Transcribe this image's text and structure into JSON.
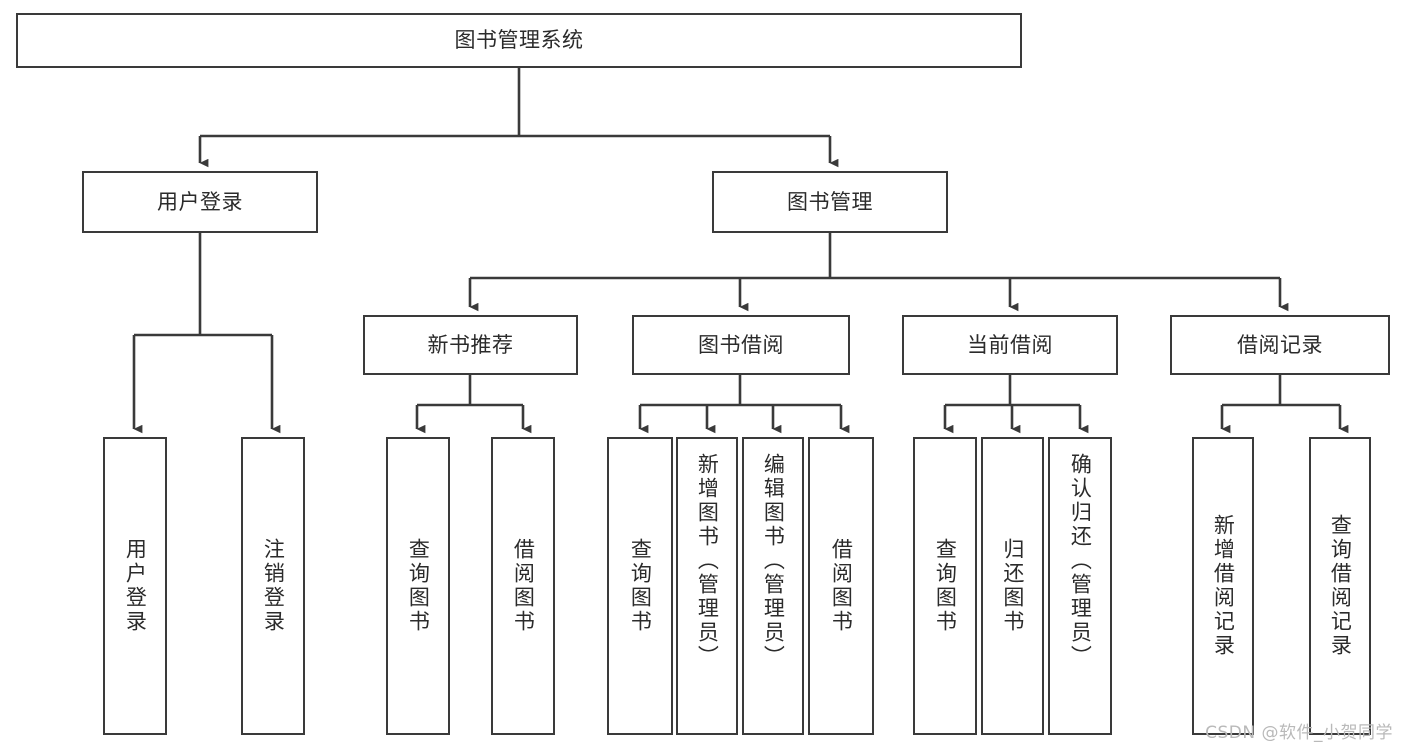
{
  "diagram": {
    "type": "tree-hierarchy",
    "title": "图书管理系统",
    "stroke_color": "#3a3a3a",
    "text_color": "#2b2b2b",
    "background_color": "#ffffff",
    "root": {
      "label": "图书管理系统"
    },
    "level2": [
      {
        "label": "用户登录"
      },
      {
        "label": "图书管理"
      }
    ],
    "level3": [
      {
        "label": "新书推荐"
      },
      {
        "label": "图书借阅"
      },
      {
        "label": "当前借阅"
      },
      {
        "label": "借阅记录"
      }
    ],
    "leaves": {
      "user_login": [
        {
          "label": "用户登录"
        },
        {
          "label": "注销登录"
        }
      ],
      "new_book_recommend": [
        {
          "label": "查询图书"
        },
        {
          "label": "借阅图书"
        }
      ],
      "book_borrow": [
        {
          "label": "查询图书"
        },
        {
          "label": "新增图书（管理员）"
        },
        {
          "label": "编辑图书（管理员）"
        },
        {
          "label": "借阅图书"
        }
      ],
      "current_borrow": [
        {
          "label": "查询图书"
        },
        {
          "label": "归还图书"
        },
        {
          "label": "确认归还（管理员）"
        }
      ],
      "borrow_record": [
        {
          "label": "新增借阅记录"
        },
        {
          "label": "查询借阅记录"
        }
      ]
    }
  },
  "watermark": {
    "text": "CSDN @软件_小贺同学"
  }
}
